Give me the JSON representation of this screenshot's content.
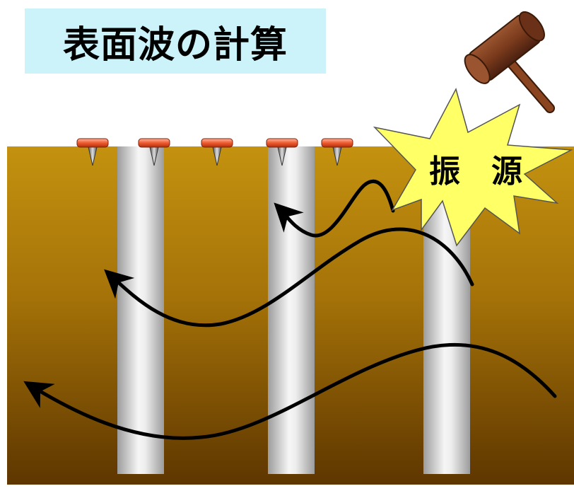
{
  "title": "表面波の計算",
  "source_label": "振　源",
  "colors": {
    "title_bg": "#ccf2fa",
    "soil_top": "#c4920f",
    "soil_bottom": "#5e3600",
    "pile_light": "#f4f4f4",
    "pile_dark": "#a5a5a5",
    "burst_fill": "#ffff66",
    "sensor_cap": "#ee5a34",
    "wave": "#000000",
    "hammer": "#7a3a1c"
  },
  "icons": {
    "hammer": "hammer-icon",
    "sensor": "sensor-pin-icon",
    "burst": "explosion-burst"
  }
}
